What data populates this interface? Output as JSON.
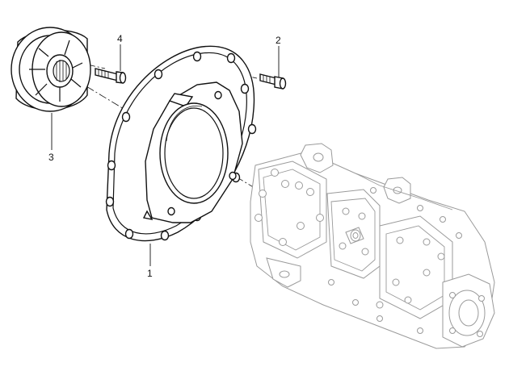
{
  "callouts": [
    {
      "id": "1",
      "text": "1"
    },
    {
      "id": "2",
      "text": "2"
    },
    {
      "id": "3",
      "text": "3"
    },
    {
      "id": "4",
      "text": "4"
    }
  ],
  "parts": [
    "coupling",
    "bolt-4",
    "bolt-2",
    "flange-plate",
    "hydraulic-pump"
  ],
  "colors": {
    "line": "#111111",
    "ghost": "#9a9a9a",
    "background": "#ffffff"
  }
}
